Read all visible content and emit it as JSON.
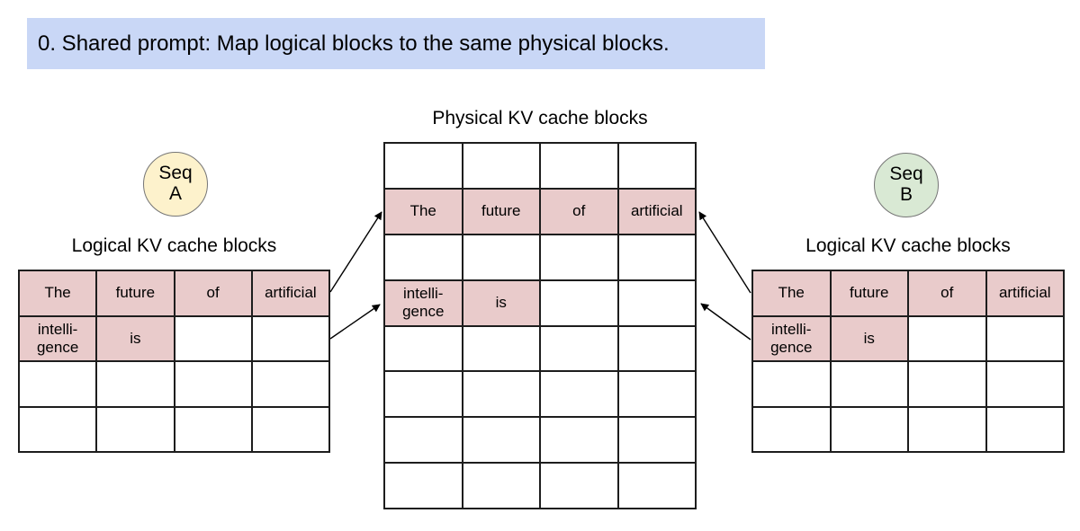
{
  "colors": {
    "banner_bg": "#c9d7f6",
    "cell_filled": "#e9cbcb",
    "seq_a_bg": "#fdf2cc",
    "seq_b_bg": "#d9e9d4",
    "line": "#1d1d1d",
    "circle_border": "#757575",
    "arrow": "#000000"
  },
  "banner": {
    "text": "0. Shared prompt: Map logical blocks to the same physical blocks."
  },
  "seq_a": {
    "line1": "Seq",
    "line2": "A"
  },
  "seq_b": {
    "line1": "Seq",
    "line2": "B"
  },
  "left_block": {
    "title": "Logical KV cache blocks",
    "table": {
      "rows": [
        [
          {
            "text": "The",
            "filled": true
          },
          {
            "text": "future",
            "filled": true
          },
          {
            "text": "of",
            "filled": true
          },
          {
            "text": "artificial",
            "filled": true
          }
        ],
        [
          {
            "text": "intelli-\ngence",
            "filled": true
          },
          {
            "text": "is",
            "filled": true
          },
          {
            "text": "",
            "filled": false
          },
          {
            "text": "",
            "filled": false
          }
        ],
        [
          {
            "text": "",
            "filled": false
          },
          {
            "text": "",
            "filled": false
          },
          {
            "text": "",
            "filled": false
          },
          {
            "text": "",
            "filled": false
          }
        ],
        [
          {
            "text": "",
            "filled": false
          },
          {
            "text": "",
            "filled": false
          },
          {
            "text": "",
            "filled": false
          },
          {
            "text": "",
            "filled": false
          }
        ]
      ]
    }
  },
  "physical_block": {
    "title": "Physical KV cache blocks",
    "table": {
      "rows": [
        [
          {
            "text": "",
            "filled": false
          },
          {
            "text": "",
            "filled": false
          },
          {
            "text": "",
            "filled": false
          },
          {
            "text": "",
            "filled": false
          }
        ],
        [
          {
            "text": "The",
            "filled": true
          },
          {
            "text": "future",
            "filled": true
          },
          {
            "text": "of",
            "filled": true
          },
          {
            "text": "artificial",
            "filled": true
          }
        ],
        [
          {
            "text": "",
            "filled": false
          },
          {
            "text": "",
            "filled": false
          },
          {
            "text": "",
            "filled": false
          },
          {
            "text": "",
            "filled": false
          }
        ],
        [
          {
            "text": "intelli-\ngence",
            "filled": true
          },
          {
            "text": "is",
            "filled": true
          },
          {
            "text": "",
            "filled": false
          },
          {
            "text": "",
            "filled": false
          }
        ],
        [
          {
            "text": "",
            "filled": false
          },
          {
            "text": "",
            "filled": false
          },
          {
            "text": "",
            "filled": false
          },
          {
            "text": "",
            "filled": false
          }
        ],
        [
          {
            "text": "",
            "filled": false
          },
          {
            "text": "",
            "filled": false
          },
          {
            "text": "",
            "filled": false
          },
          {
            "text": "",
            "filled": false
          }
        ],
        [
          {
            "text": "",
            "filled": false
          },
          {
            "text": "",
            "filled": false
          },
          {
            "text": "",
            "filled": false
          },
          {
            "text": "",
            "filled": false
          }
        ],
        [
          {
            "text": "",
            "filled": false
          },
          {
            "text": "",
            "filled": false
          },
          {
            "text": "",
            "filled": false
          },
          {
            "text": "",
            "filled": false
          }
        ]
      ]
    }
  },
  "right_block": {
    "title": "Logical KV cache blocks",
    "table": {
      "rows": [
        [
          {
            "text": "The",
            "filled": true
          },
          {
            "text": "future",
            "filled": true
          },
          {
            "text": "of",
            "filled": true
          },
          {
            "text": "artificial",
            "filled": true
          }
        ],
        [
          {
            "text": "intelli-\ngence",
            "filled": true
          },
          {
            "text": "is",
            "filled": true
          },
          {
            "text": "",
            "filled": false
          },
          {
            "text": "",
            "filled": false
          }
        ],
        [
          {
            "text": "",
            "filled": false
          },
          {
            "text": "",
            "filled": false
          },
          {
            "text": "",
            "filled": false
          },
          {
            "text": "",
            "filled": false
          }
        ],
        [
          {
            "text": "",
            "filled": false
          },
          {
            "text": "",
            "filled": false
          },
          {
            "text": "",
            "filled": false
          },
          {
            "text": "",
            "filled": false
          }
        ]
      ]
    }
  }
}
